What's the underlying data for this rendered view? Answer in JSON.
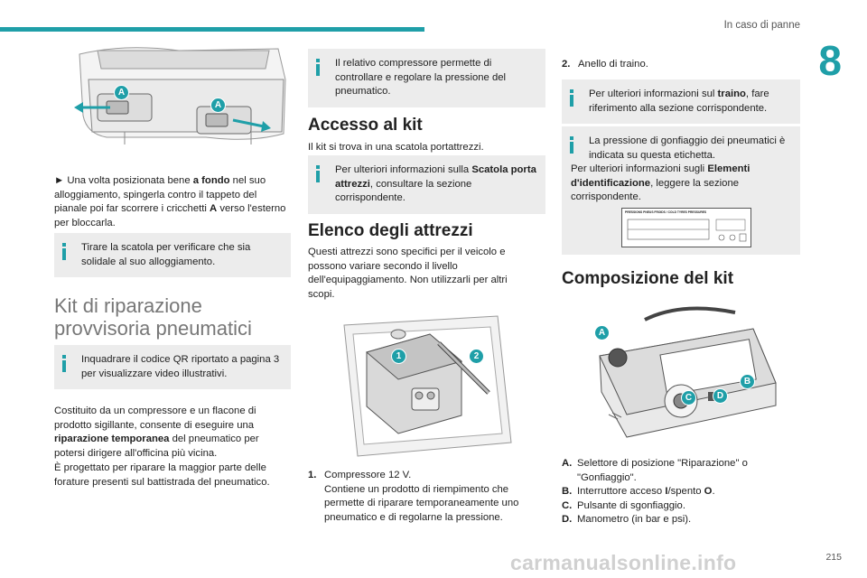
{
  "header": {
    "section_title": "In caso di panne",
    "chapter_number": "8"
  },
  "footer": {
    "page_number": "215",
    "watermark": "carmanualsonline.info"
  },
  "col1": {
    "figure_labels": [
      "A",
      "A"
    ],
    "para1_pre": "► Una volta posizionata bene ",
    "para1_bold1": "a fondo",
    "para1_mid": " nel suo alloggiamento, spingerla contro il tappeto del pianale poi far scorrere i cricchetti ",
    "para1_bold2": "A",
    "para1_post": " verso l'esterno per bloccarla.",
    "info1": "Tirare la scatola per verificare che sia solidale al suo alloggiamento.",
    "heading": "Kit di riparazione provvisoria pneumatici",
    "info2": "Inquadrare il codice QR riportato a pagina 3 per visualizzare video illustrativi.",
    "para2_pre": "Costituito da un compressore e un flacone di prodotto sigillante, consente di eseguire una ",
    "para2_bold": "riparazione temporanea",
    "para2_post": " del pneumatico per potersi dirigere all'officina più vicina.",
    "para3": "È progettato per riparare la maggior parte delle forature presenti sul battistrada del pneumatico."
  },
  "col2": {
    "info1": "Il relativo compressore permette di controllare e regolare la pressione del pneumatico.",
    "heading1": "Accesso al kit",
    "para1": "Il kit si trova in una scatola portattrezzi.",
    "info2_pre": "Per ulteriori informazioni sulla ",
    "info2_bold": "Scatola porta attrezzi",
    "info2_post": ", consultare la sezione corrispondente.",
    "heading2": "Elenco degli attrezzi",
    "para2": "Questi attrezzi sono specifici per il veicolo e possono variare secondo il livello dell'equipaggiamento. Non utilizzarli per altri scopi.",
    "figure_labels": [
      "1",
      "2"
    ],
    "item1_num": "1.",
    "item1_title": "Compressore 12 V.",
    "item1_text": "Contiene un prodotto di riempimento che permette di riparare temporaneamente uno pneumatico e di regolarne la pressione."
  },
  "col3": {
    "item2_num": "2.",
    "item2_text": "Anello di traino.",
    "info1_pre": "Per ulteriori informazioni sul ",
    "info1_bold": "traino",
    "info1_post": ", fare riferimento alla sezione corrispondente.",
    "info2_a": "La pressione di gonfiaggio dei pneumatici è indicata su questa etichetta.",
    "info2_b_pre": "Per ulteriori informazioni sugli ",
    "info2_b_bold": "Elementi d'identificazione",
    "info2_b_post": ", leggere la sezione corrispondente.",
    "label_title": "PRESSIONS PNEUS FROIDS / COLD TYRES PRESSURES",
    "heading": "Composizione del kit",
    "figure_labels": [
      "A",
      "B",
      "C",
      "D"
    ],
    "list": [
      {
        "n": "A.",
        "text": "Selettore di posizione \"Riparazione\" o \"Gonfiaggio\"."
      },
      {
        "n": "B.",
        "text_pre": "Interruttore acceso ",
        "bold1": "I",
        "text_mid": "/spento ",
        "bold2": "O",
        "text_post": "."
      },
      {
        "n": "C.",
        "text": "Pulsante di sgonfiaggio."
      },
      {
        "n": "D.",
        "text": "Manometro (in bar e psi)."
      }
    ]
  },
  "colors": {
    "accent": "#1f9fa8",
    "infobox_bg": "#ececec"
  }
}
